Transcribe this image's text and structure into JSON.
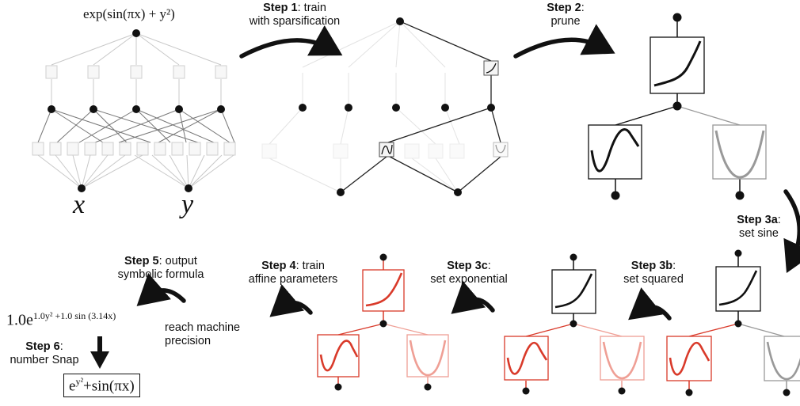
{
  "formula_top": "exp(sin(πx) + y²)",
  "input_x": "x",
  "input_y": "y",
  "steps": {
    "s1": {
      "bold": "Step 1",
      "line1": ": train",
      "line2": "with sparsification"
    },
    "s2": {
      "bold": "Step 2",
      "line1": ":",
      "line2": "prune"
    },
    "s3a": {
      "bold": "Step 3a",
      "line1": ":",
      "line2": "set sine"
    },
    "s3b": {
      "bold": "Step 3b",
      "line1": ":",
      "line2": "set squared"
    },
    "s3c": {
      "bold": "Step 3c",
      "line1": ":",
      "line2": "set exponential"
    },
    "s4": {
      "bold": "Step 4",
      "line1": ": train",
      "line2": "affine parameters"
    },
    "s5": {
      "bold": "Step 5",
      "line1": ": output",
      "line2": "symbolic formula"
    },
    "s6": {
      "bold": "Step 6",
      "line1": ":",
      "line2": "number Snap"
    }
  },
  "machine_precision": {
    "line1": "reach machine",
    "line2": "precision"
  },
  "output_formula": {
    "coef": "1.0e",
    "exponent": "1.0y² +1.0 sin (3.14x)"
  },
  "snapped_formula": {
    "base": "e",
    "exponent": "y²",
    "rest": "+sin(πx)"
  },
  "colors": {
    "black": "#111111",
    "red": "#d93a2a",
    "light_red": "#ef9f95",
    "gray": "#8a8a8a",
    "faint": "#d4d4d4"
  }
}
